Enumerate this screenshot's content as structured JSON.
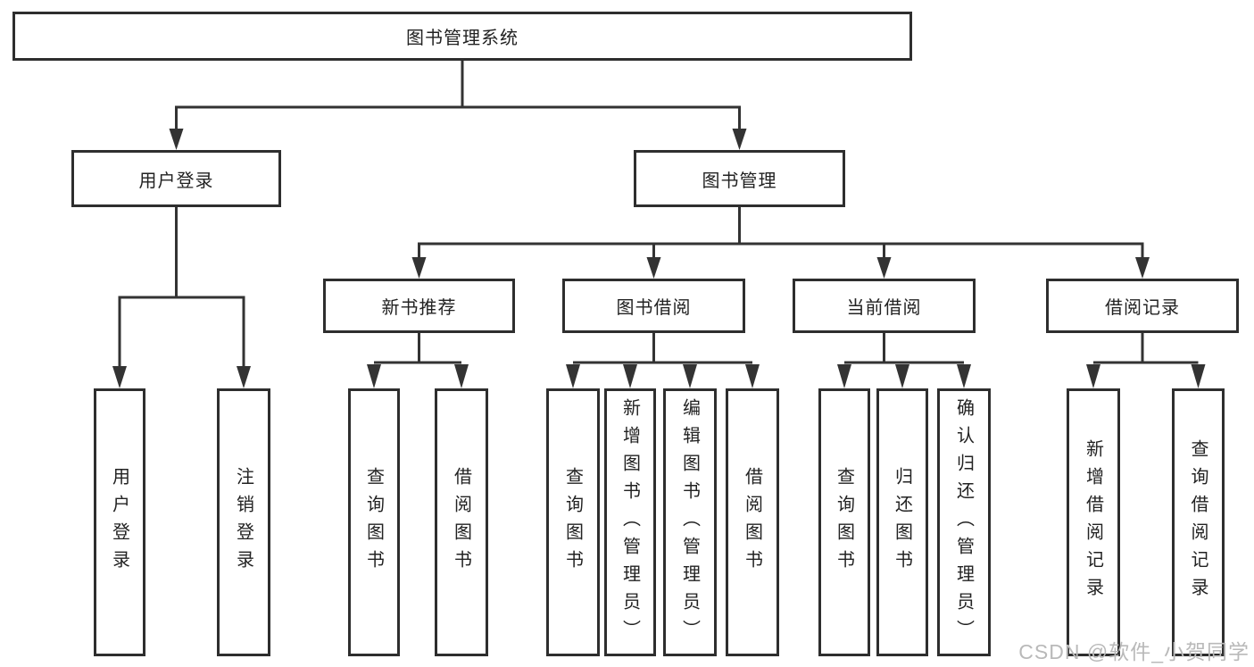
{
  "diagram": {
    "root": {
      "label": "图书管理系统"
    },
    "branches": [
      {
        "label": "用户登录",
        "leaves": [
          {
            "label": "用户登录"
          },
          {
            "label": "注销登录"
          }
        ]
      },
      {
        "label": "图书管理",
        "groups": [
          {
            "label": "新书推荐",
            "leaves": [
              {
                "label": "查询图书"
              },
              {
                "label": "借阅图书"
              }
            ]
          },
          {
            "label": "图书借阅",
            "leaves": [
              {
                "label": "查询图书"
              },
              {
                "label": "新增图书（管理员）"
              },
              {
                "label": "编辑图书（管理员）"
              },
              {
                "label": "借阅图书"
              }
            ]
          },
          {
            "label": "当前借阅",
            "leaves": [
              {
                "label": "查询图书"
              },
              {
                "label": "归还图书"
              },
              {
                "label": "确认归还（管理员）"
              }
            ]
          },
          {
            "label": "借阅记录",
            "leaves": [
              {
                "label": "新增借阅记录"
              },
              {
                "label": "查询借阅记录"
              }
            ]
          }
        ]
      }
    ]
  },
  "watermark": {
    "text": "CSDN @软件_小贺同学"
  },
  "colors": {
    "line": "#333333",
    "box_border": "#2e2e2e",
    "text": "#222222",
    "background": "#ffffff",
    "watermark": "#b9b9b9"
  }
}
